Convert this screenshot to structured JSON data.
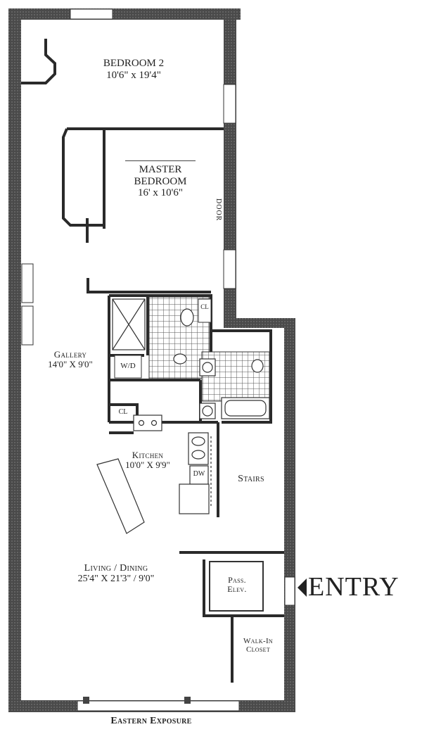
{
  "rooms": {
    "bedroom2": {
      "name": "BEDROOM 2",
      "dims": "10'6\" x 19'4\""
    },
    "master": {
      "name_line1": "MASTER",
      "name_line2": "BEDROOM",
      "dims": "16' x 10'6\""
    },
    "gallery": {
      "name": "Gallery",
      "dims": "14'0\" X 9'0\""
    },
    "kitchen": {
      "name": "Kitchen",
      "dims": "10'0\" X 9'9\""
    },
    "stairs": {
      "name": "Stairs"
    },
    "living": {
      "name": "Living / Dining",
      "dims": "25'4\" X 21'3\" / 9'0\""
    },
    "elevator": {
      "line1": "Pass.",
      "line2": "Elev."
    },
    "walkin": {
      "line1": "Walk-In",
      "line2": "Closet"
    }
  },
  "fixtures": {
    "door": "DOOR",
    "closet_bath": "CL",
    "closet_kitchen": "CL",
    "washer_dryer": "W/D",
    "dishwasher": "DW"
  },
  "entry": {
    "label": "ENTRY"
  },
  "exposure": {
    "label": "Eastern Exposure"
  }
}
